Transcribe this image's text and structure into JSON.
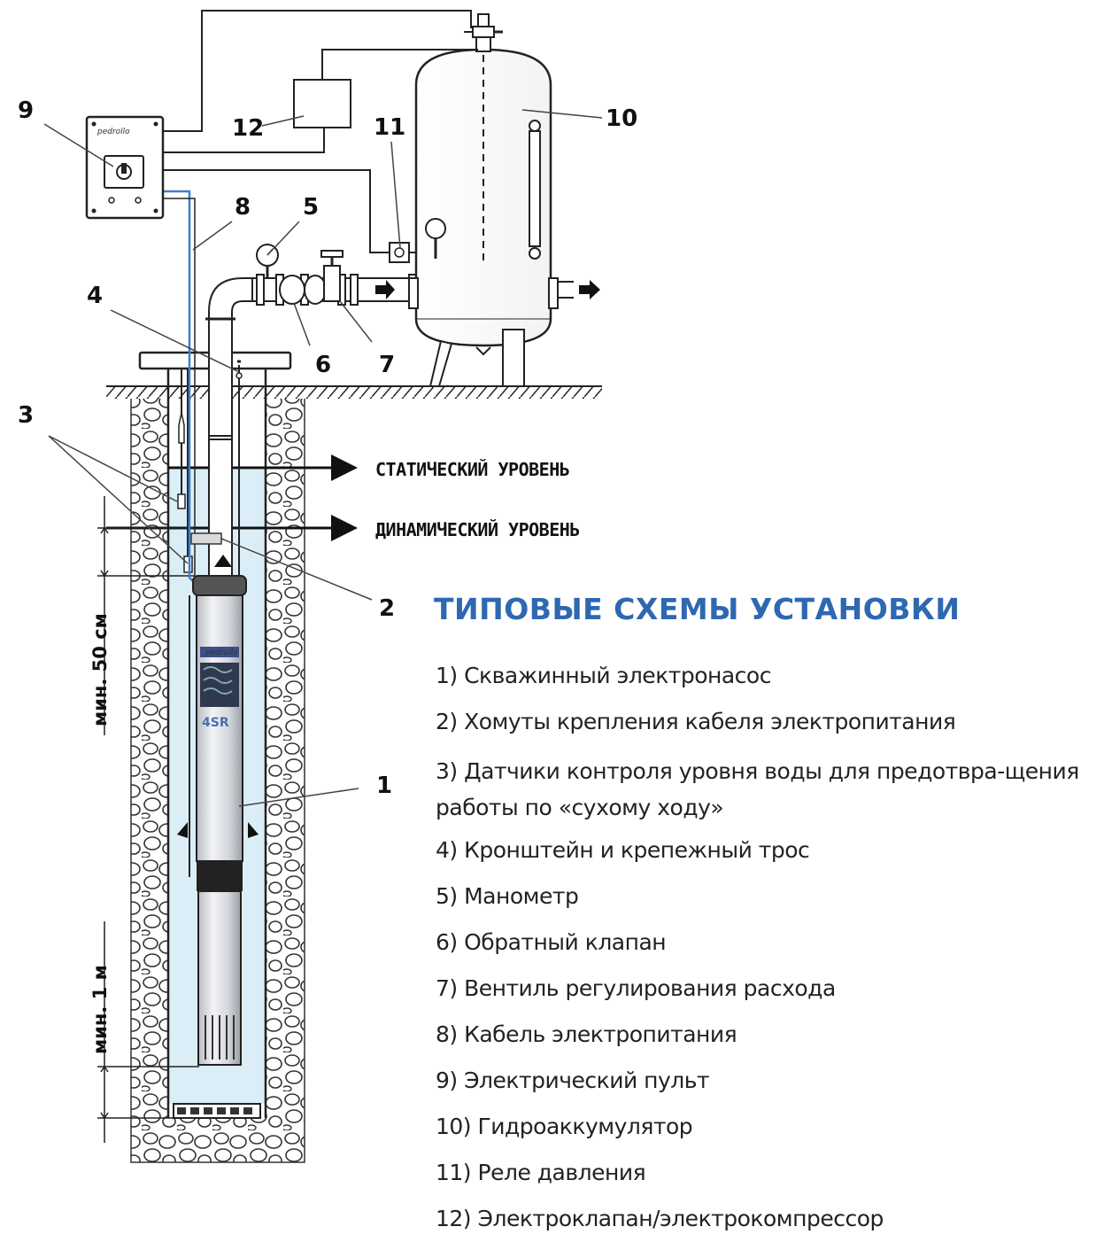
{
  "callouts": {
    "c1": "1",
    "c2": "2",
    "c3": "3",
    "c4": "4",
    "c5": "5",
    "c6": "6",
    "c7": "7",
    "c8": "8",
    "c9": "9",
    "c10": "10",
    "c11": "11",
    "c12": "12"
  },
  "levels": {
    "static": "СТАТИЧЕСКИЙ УРОВЕНЬ",
    "dynamic": "ДИНАМИЧЕСКИЙ УРОВЕНЬ"
  },
  "dimensions": {
    "min_50cm": "мин. 50 см",
    "min_1m": "мин. 1 м"
  },
  "device_text": {
    "control_panel_brand": "pedrollo",
    "pump_model": "4SR"
  },
  "legend": {
    "title": "ТИПОВЫЕ СХЕМЫ УСТАНОВКИ",
    "items": [
      "1) Скважинный электронасос",
      "2) Хомуты крепления кабеля электропитания",
      "3) Датчики контроля уровня воды для предотвра-щения работы по «сухому ходу»",
      "4) Кронштейн и крепежный трос",
      "5) Манометр",
      "6) Обратный клапан",
      "7) Вентиль регулирования расхода",
      "8) Кабель электропитания",
      "9) Электрический пульт",
      "10) Гидроаккумулятор",
      "11) Реле давления",
      "12) Электроклапан/электрокомпрессор"
    ]
  },
  "colors": {
    "water": "#dbeef7",
    "cable": "#3d7fd0",
    "title": "#2e68b1",
    "line": "#1a1a1a"
  }
}
